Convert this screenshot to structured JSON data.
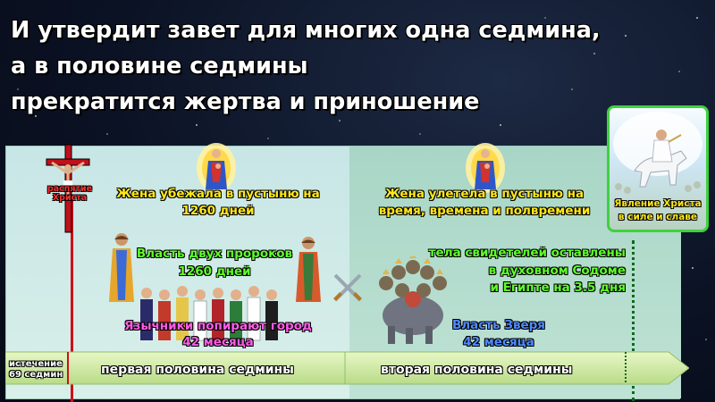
{
  "headline": {
    "line1": "И утвердит завет для многих одна седмина,",
    "line2": "а в половине седмины",
    "line3": "прекратится жертва и приношение"
  },
  "timeline": {
    "crucifixion_label": [
      "распятие",
      "Христа"
    ],
    "start_label": [
      "истечение",
      "69 седмин"
    ],
    "first_half": "первая половина седмины",
    "second_half": "вторая половина седмины",
    "second_coming_label": [
      "Явление Христа",
      "в силе и славе"
    ]
  },
  "events_left": {
    "woman_fled": [
      "Жена убежала в пустыню на",
      "1260 дней"
    ],
    "two_prophets": [
      "Власть двух пророков",
      "1260 дней"
    ],
    "gentiles": [
      "Язычники попирают город",
      "42 месяца"
    ]
  },
  "events_right": {
    "woman_flew": [
      "Жена улетела в пустыню на",
      "время, времена и полвремени"
    ],
    "witnesses": [
      "тела свидетелей оставлены",
      "в духовном Содоме",
      "и Египте на 3.5 дня"
    ],
    "beast": [
      "Власть Зверя",
      "42 месяца"
    ]
  },
  "colors": {
    "yellow": "#ffe81a",
    "green": "#5fff2a",
    "pink": "#ff5ce8",
    "blue": "#4f8bff",
    "red": "#ff3030",
    "arrow": "#cfeaa0"
  },
  "icons": [
    "crucifix-icon",
    "madonna-icon",
    "prophet-icon",
    "people-group-icon",
    "crossed-swords-icon",
    "seven-headed-beast-icon",
    "rider-icon"
  ]
}
